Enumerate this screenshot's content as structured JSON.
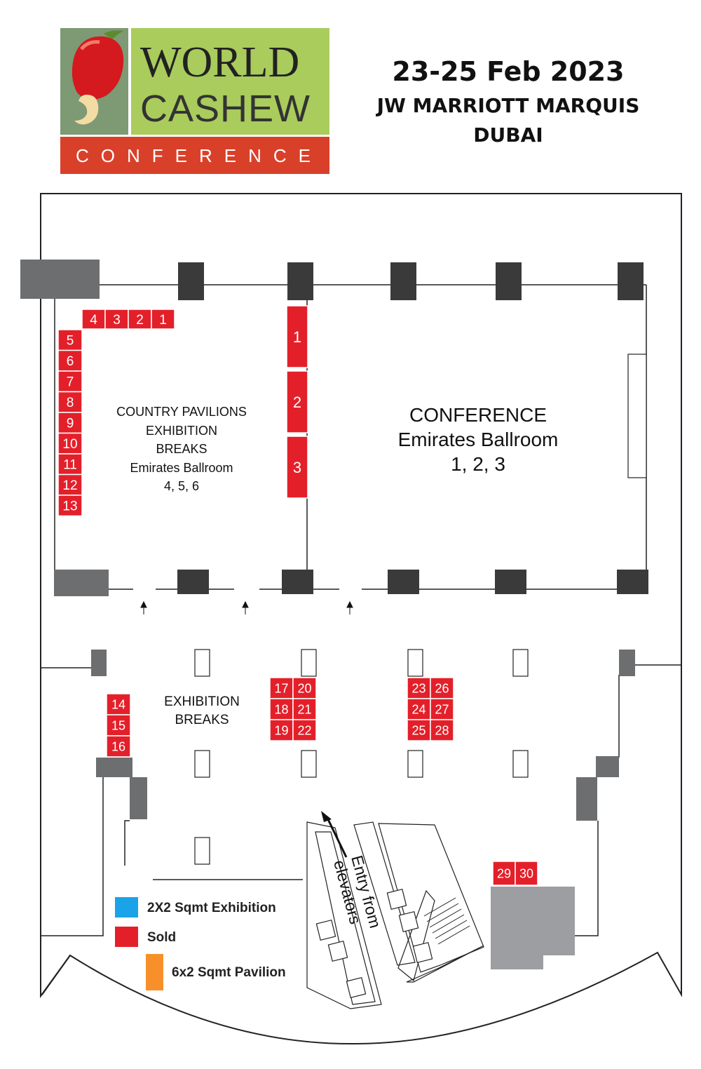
{
  "logo": {
    "world": "WORLD",
    "cashew": "CASHEW",
    "conference": "CONFERENCE"
  },
  "event": {
    "dates": "23-25 Feb 2023",
    "venue": "JW MARRIOTT MARQUIS",
    "city": "DUBAI"
  },
  "rooms": {
    "pavilions": [
      "COUNTRY PAVILIONS",
      "EXHIBITION",
      "BREAKS",
      "Emirates Ballroom",
      "4, 5, 6"
    ],
    "conference": [
      "CONFERENCE",
      "Emirates Ballroom",
      "1, 2, 3"
    ],
    "foyer": [
      "EXHIBITION",
      "BREAKS"
    ]
  },
  "entry": [
    "Entry from",
    "elevators"
  ],
  "legend": [
    {
      "label": "2X2 Sqmt Exhibition",
      "color": "#1aa3e8"
    },
    {
      "label": "Sold",
      "color": "#e3202a"
    },
    {
      "label": "6x2 Sqmt Pavilion",
      "color": "#f7902a"
    }
  ],
  "colors": {
    "sold": "#e3202a",
    "pillar": "#3a3a3a",
    "wall_block": "#6d6e70",
    "stage": "#9d9ea1"
  },
  "booths": {
    "pavilion_top": [
      "4",
      "3",
      "2",
      "1"
    ],
    "pavilion_left": [
      "5",
      "6",
      "7",
      "8",
      "9",
      "10",
      "11",
      "12",
      "13"
    ],
    "pavilion_right": [
      "1",
      "2",
      "3"
    ],
    "foyer_left": [
      "14",
      "15",
      "16"
    ],
    "foyer_a": [
      [
        "17",
        "20"
      ],
      [
        "18",
        "21"
      ],
      [
        "19",
        "22"
      ]
    ],
    "foyer_b": [
      [
        "23",
        "26"
      ],
      [
        "24",
        "27"
      ],
      [
        "25",
        "28"
      ]
    ],
    "lounge": [
      "29",
      "30"
    ]
  }
}
